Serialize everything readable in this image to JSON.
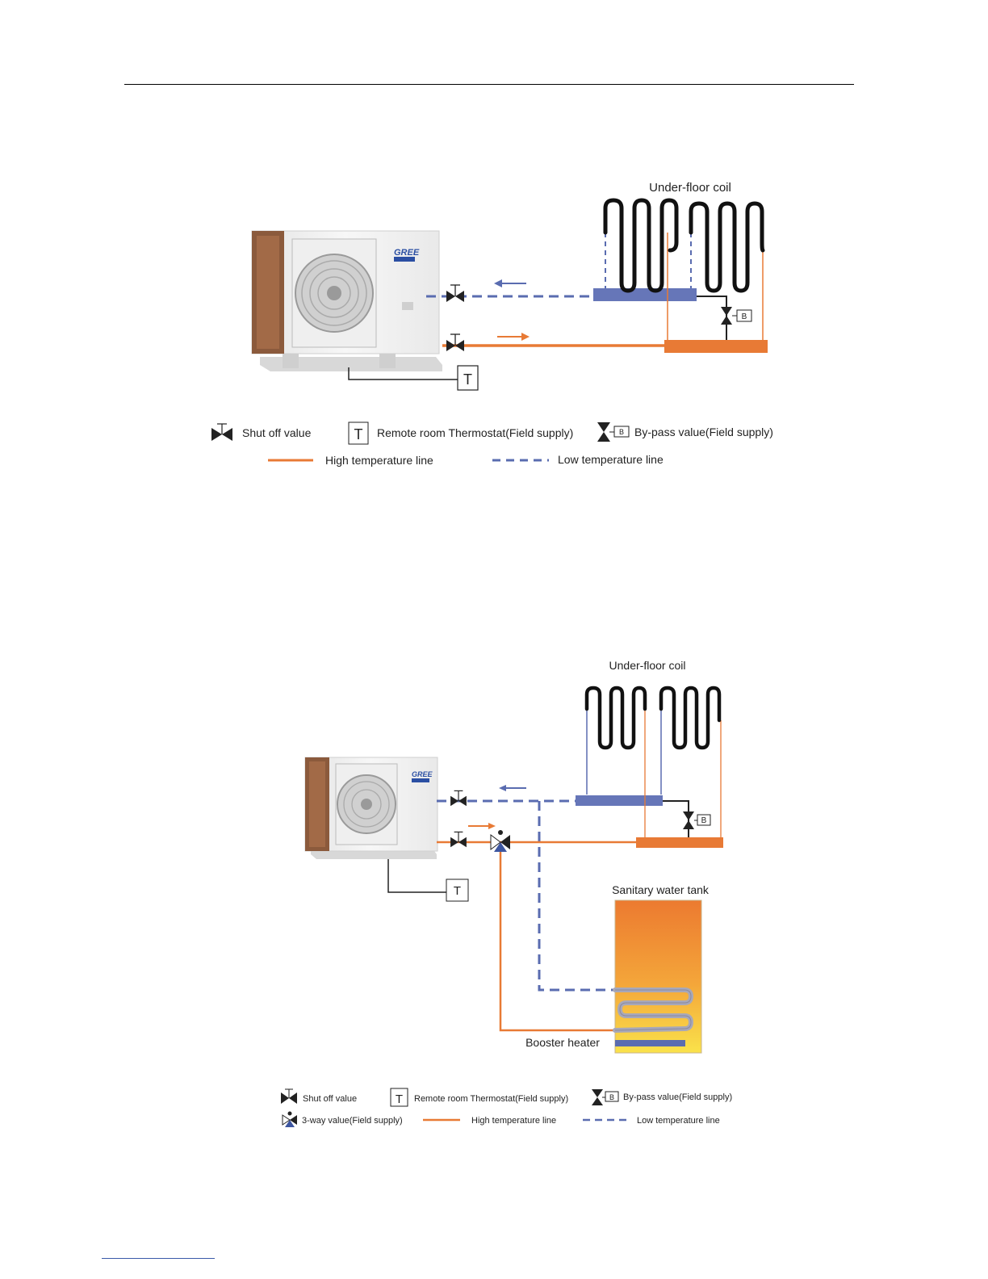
{
  "diagram1": {
    "coil_label": "Under-floor coil",
    "brand": "GREE",
    "thermostat_symbol": "T",
    "bypass_symbol": "B",
    "legend": {
      "shutoff": "Shut off value",
      "thermostat": "Remote room Thermostat(Field supply)",
      "bypass": "By-pass value(Field supply)",
      "high_line": "High temperature line",
      "low_line": "Low temperature line"
    }
  },
  "diagram2": {
    "coil_label": "Under-floor coil",
    "brand": "GREE",
    "thermostat_symbol": "T",
    "bypass_symbol": "B",
    "tank_label": "Sanitary water tank",
    "booster_label": "Booster heater",
    "legend": {
      "shutoff": "Shut off value",
      "thermostat": "Remote room Thermostat(Field supply)",
      "bypass": "By-pass value(Field  supply)",
      "threeway": "3-way value(Field  supply)",
      "high_line": "High temperature line",
      "low_line": "Low temperature line"
    }
  },
  "colors": {
    "high": "#e87a35",
    "low": "#5a6cb0",
    "manifold_low": "#6676b8",
    "manifold_high": "#e87a35",
    "black": "#222222"
  },
  "icons": [
    "heat-pump-unit-icon",
    "shutoff-valve-icon",
    "bypass-valve-icon",
    "three-way-valve-icon",
    "thermostat-icon",
    "flow-arrow-icon"
  ]
}
